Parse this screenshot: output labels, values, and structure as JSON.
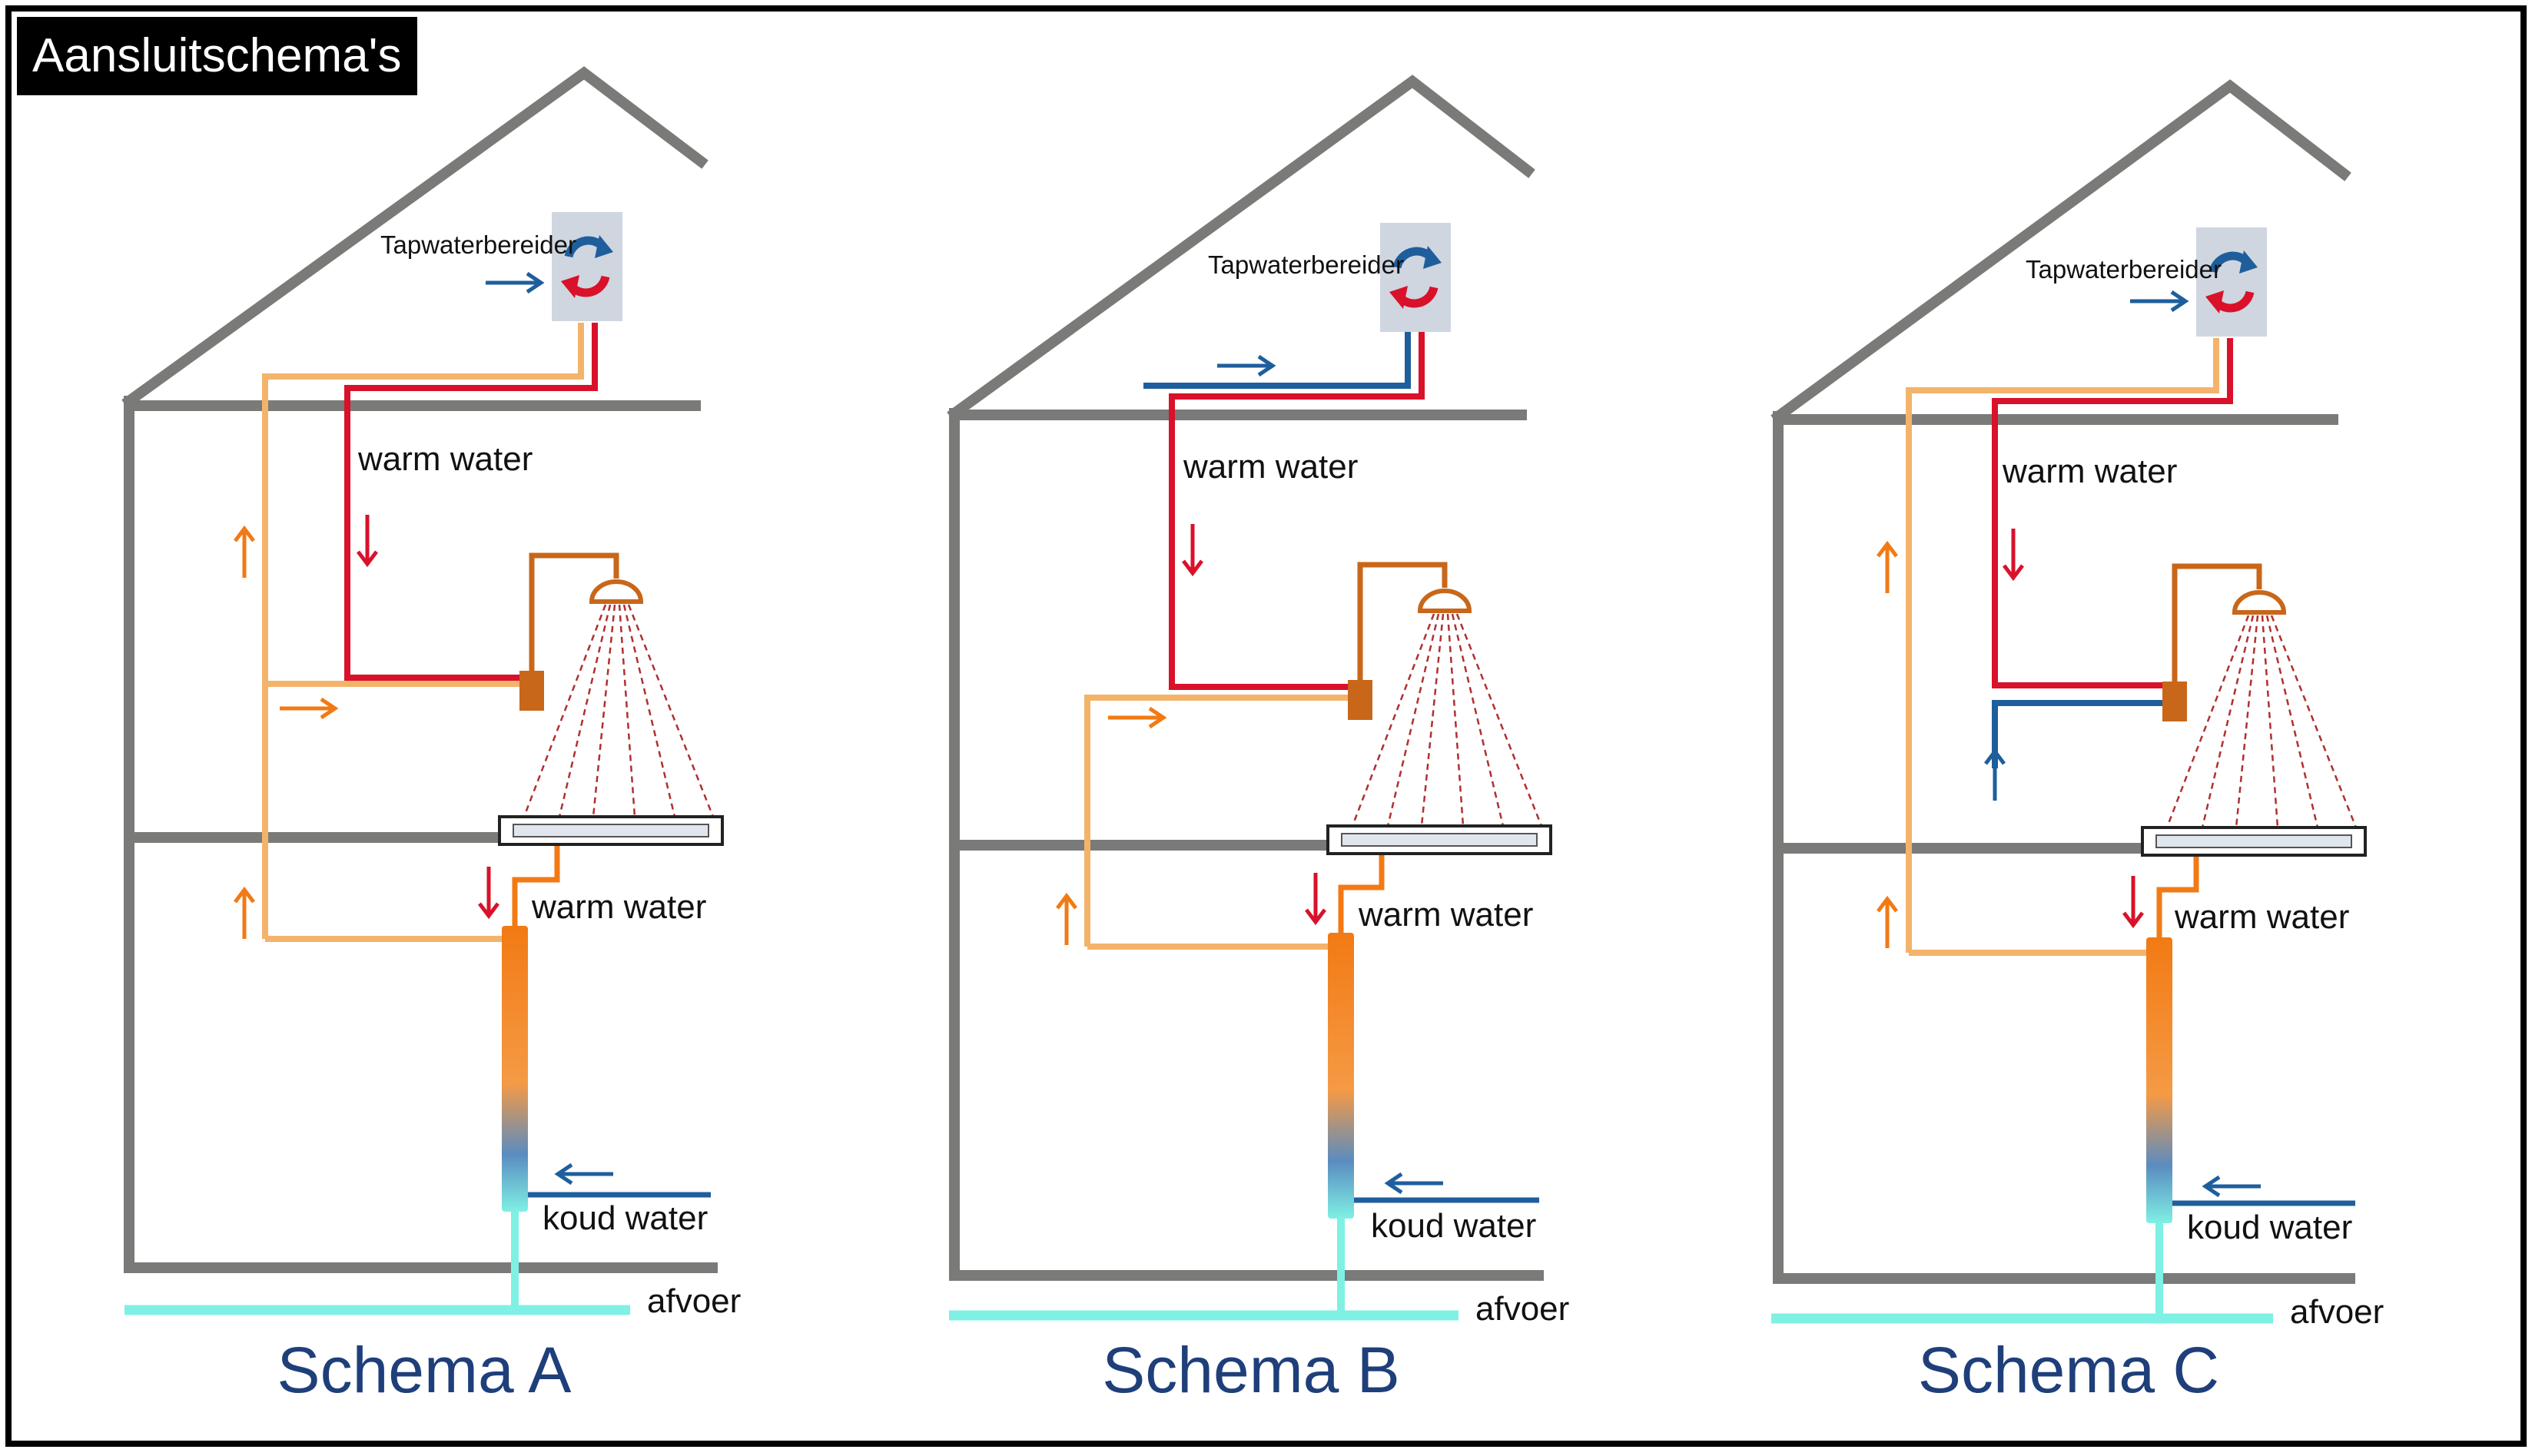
{
  "title": "Aansluitschema's",
  "schemas": [
    {
      "name": "Schema A",
      "heater": "Tapwaterbereider",
      "warm_upper": "warm water",
      "warm_lower": "warm water",
      "cold": "koud water",
      "drain": "afvoer"
    },
    {
      "name": "Schema B",
      "heater": "Tapwaterbereider",
      "warm_upper": "warm water",
      "warm_lower": "warm water",
      "cold": "koud water",
      "drain": "afvoer"
    },
    {
      "name": "Schema C",
      "heater": "Tapwaterbereider",
      "warm_upper": "warm water",
      "warm_lower": "warm water",
      "cold": "koud water",
      "drain": "afvoer"
    }
  ],
  "colors": {
    "wall": "#7a7a78",
    "hot": "#d9112a",
    "cold": "#1f5e9c",
    "preheated": "#f4b36b",
    "arrow_orange": "#f27a14",
    "drain": "#7ff0e4",
    "fixture": "#c8671a",
    "heater_box": "#cfd6df"
  }
}
